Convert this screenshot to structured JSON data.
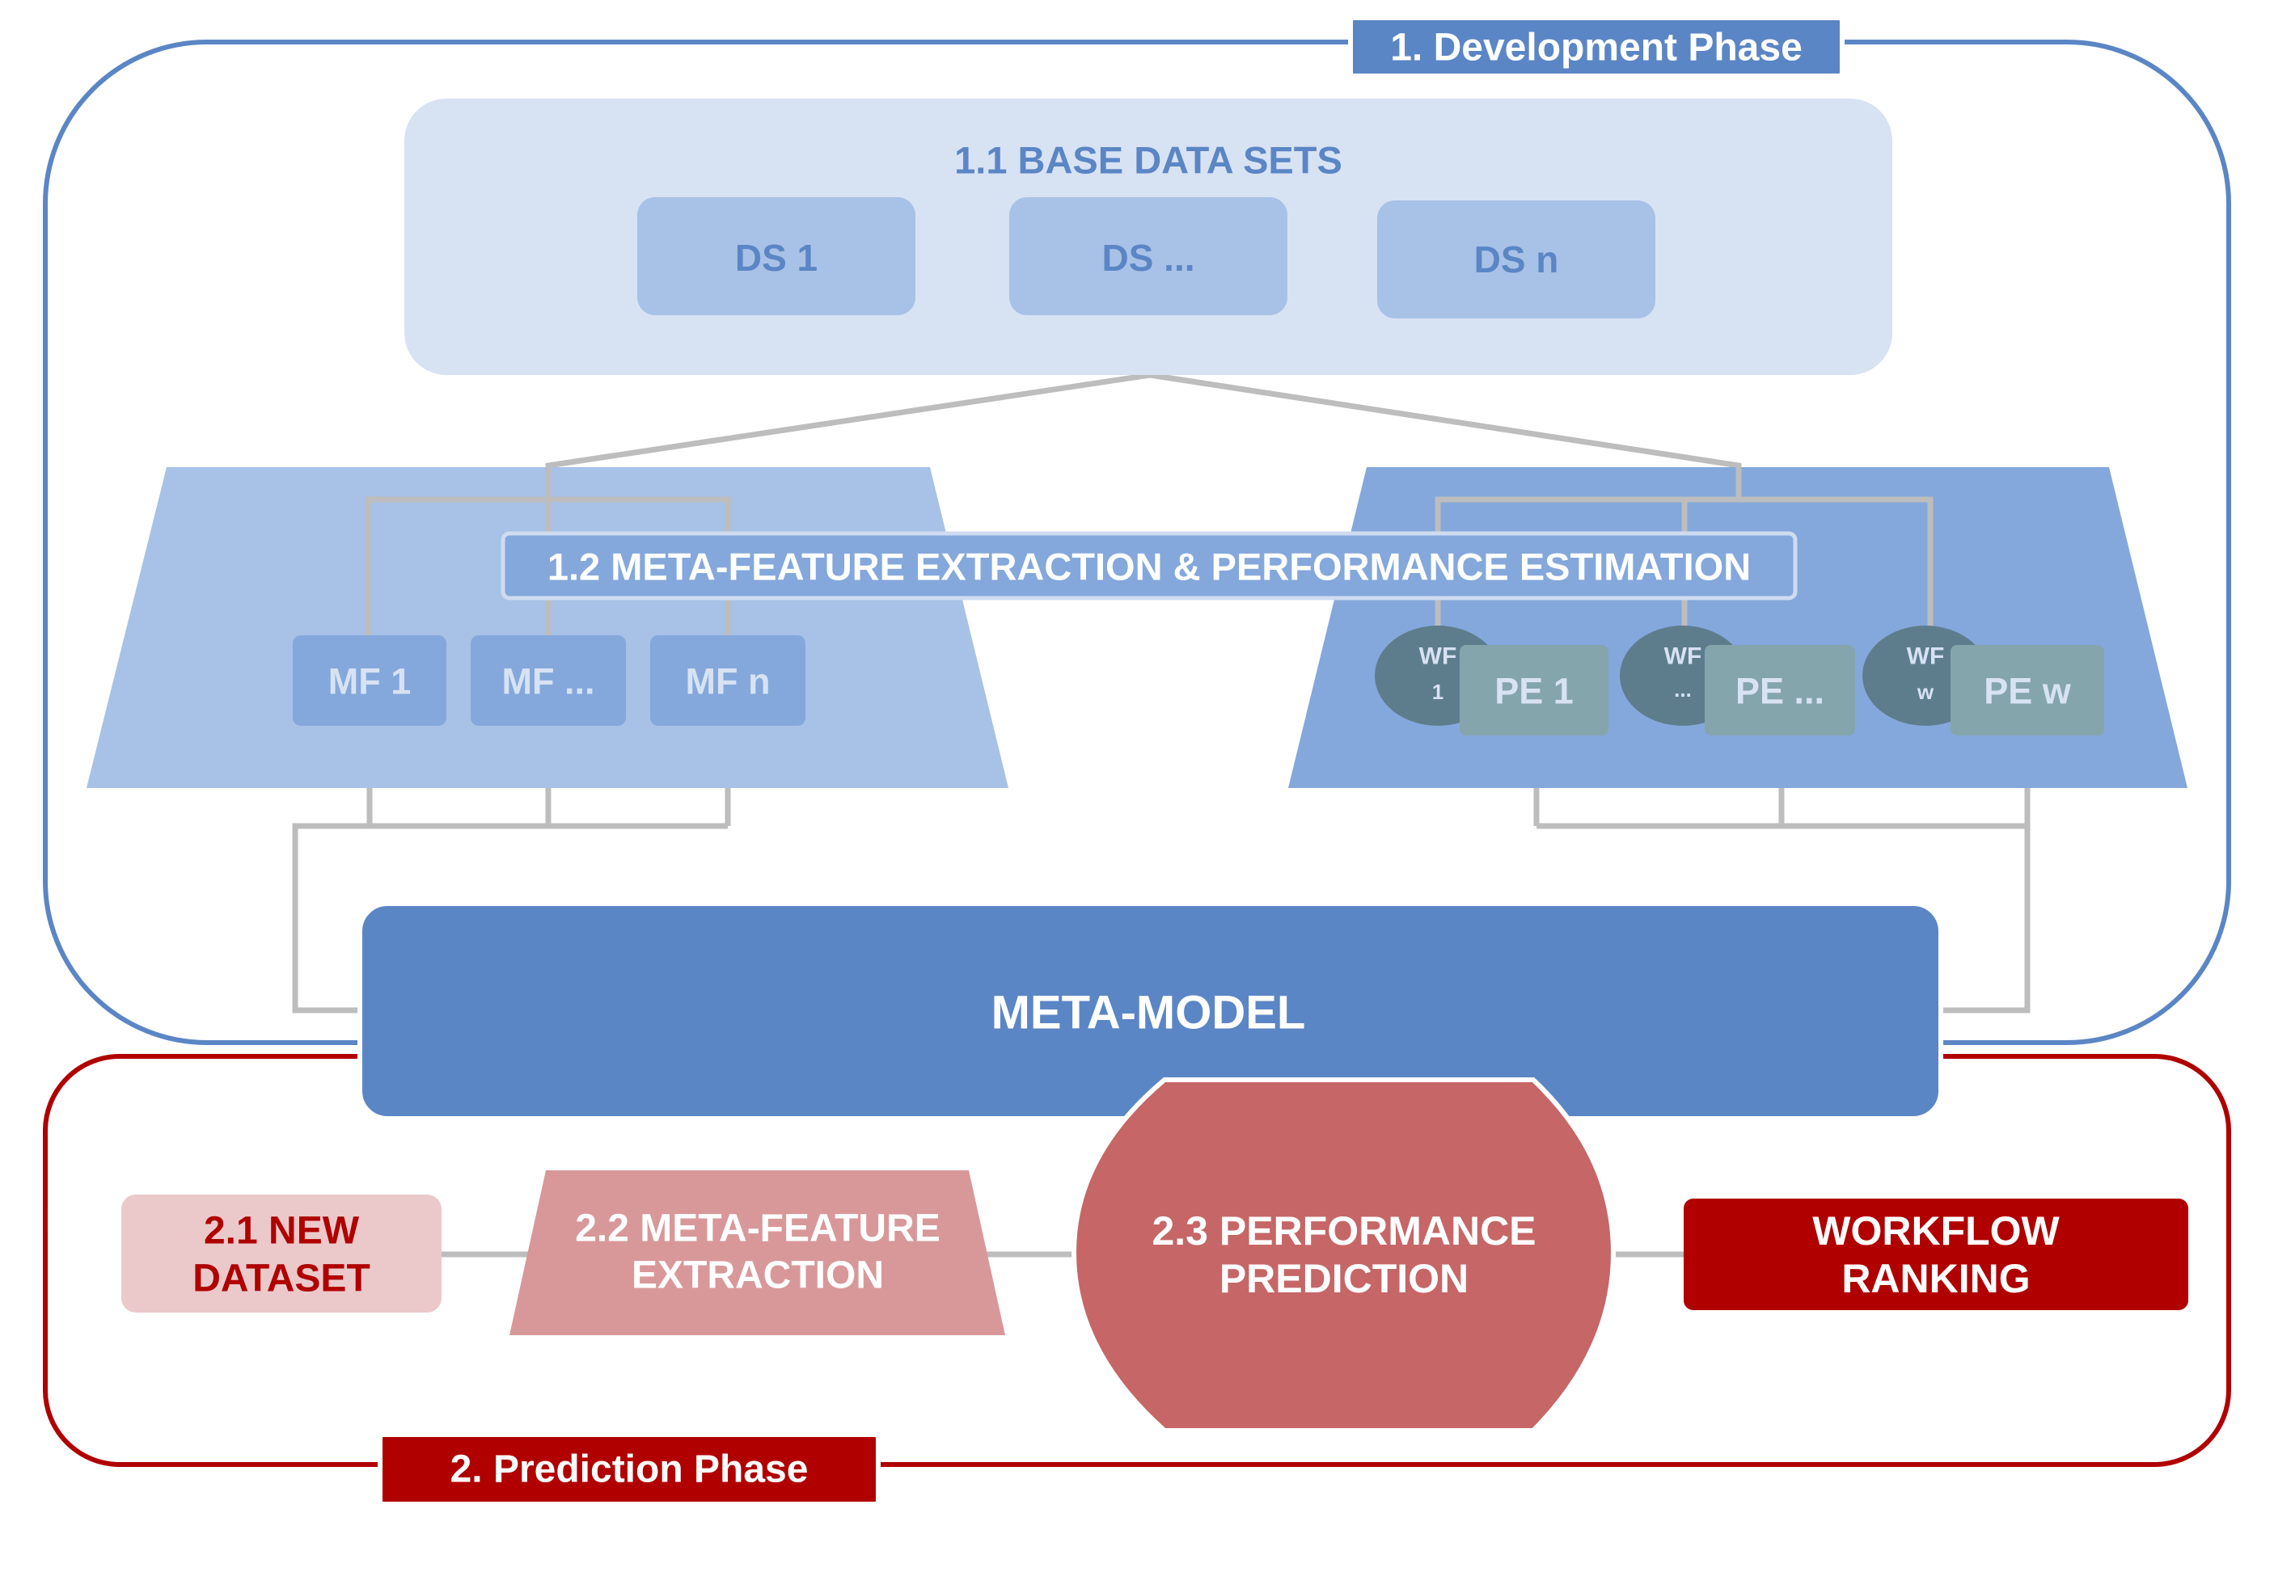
{
  "development_phase": {
    "label": "1. Development Phase",
    "base_data_sets": {
      "title": "1.1 BASE DATA SETS",
      "items": [
        "DS 1",
        "DS ...",
        "DS n"
      ]
    },
    "extraction": {
      "title": "1.2 META-FEATURE EXTRACTION & PERFORMANCE ESTIMATION",
      "meta_features": [
        "MF 1",
        "MF ...",
        "MF n"
      ],
      "workflows": [
        {
          "wf_top": "WF",
          "wf_bottom": "1",
          "pe": "PE 1"
        },
        {
          "wf_top": "WF",
          "wf_bottom": "...",
          "pe": "PE ..."
        },
        {
          "wf_top": "WF",
          "wf_bottom": "w",
          "pe": "PE w"
        }
      ]
    }
  },
  "meta_model": {
    "label": "META-MODEL"
  },
  "prediction_phase": {
    "label": "2. Prediction Phase",
    "new_dataset": {
      "line1": "2.1 NEW",
      "line2": "DATASET"
    },
    "meta_feature_extraction": {
      "line1": "2.2 META-FEATURE",
      "line2": "EXTRACTION"
    },
    "performance_prediction": {
      "line1": "2.3 PERFORMANCE",
      "line2": "PREDICTION"
    },
    "workflow_ranking": {
      "line1": "WORKFLOW",
      "line2": "RANKING"
    }
  },
  "colors": {
    "dev_border": "#5b86c5",
    "pred_border": "#b00000",
    "base_panel": "#d7e2f3",
    "ds_box": "#a8c1e6",
    "left_trapezoid": "#a8c1e6",
    "right_trapezoid": "#84a8db",
    "mf_box": "#84a8db",
    "wf_ellipse": "#5d7d8d",
    "pe_box": "#85a5ad",
    "meta_model": "#5b86c5",
    "connector": "#bdbdbd",
    "new_dataset": "#ebc9cb",
    "mf_extraction": "#d89899",
    "perf_prediction": "#c66667",
    "workflow_ranking": "#b00000"
  }
}
